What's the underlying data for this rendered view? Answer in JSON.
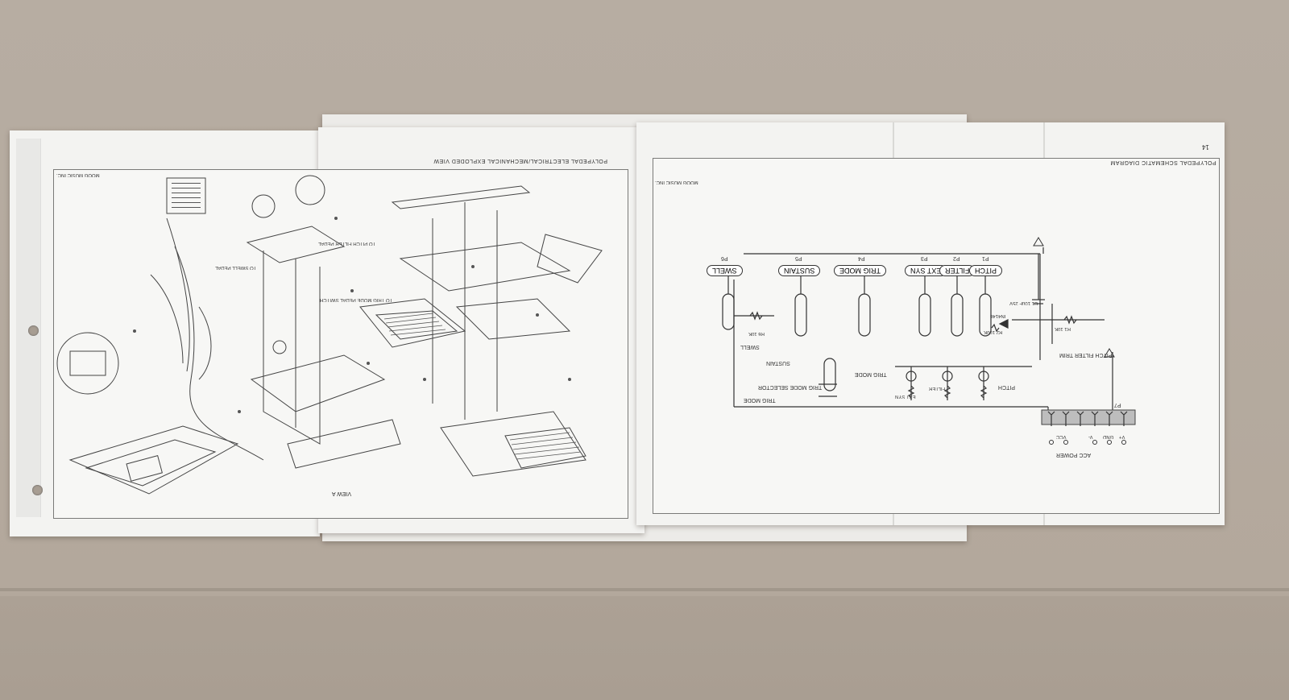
{
  "left_sheet": {
    "title": "POLYPEDAL ELECTRICAL/MECHANICAL EXPLODED VIEW",
    "company": "MOOG MUSIC INC.",
    "view_label": "VIEW A",
    "labels": [
      "TO PITCH FILTER PEDAL",
      "TO TRIG MODE PEDAL SWITCH",
      "TO SWELL PEDAL"
    ]
  },
  "right_sheet": {
    "title": "POLYPEDAL SCHEMATIC DIAGRAM",
    "page_number": "14",
    "company": "MOOG MUSIC INC.",
    "jacks": [
      {
        "ref": "P1",
        "name": "PITCH"
      },
      {
        "ref": "P2",
        "name": "FILTER"
      },
      {
        "ref": "P3",
        "name": "EXT SYN"
      },
      {
        "ref": "P4",
        "name": "TRIG MODE"
      },
      {
        "ref": "P5",
        "name": "SUSTAIN"
      },
      {
        "ref": "P6",
        "name": "SWELL"
      }
    ],
    "labels": {
      "acc_power": "ACC POWER",
      "pitch_filter_trim": "PITCH FILTER TRIM",
      "trig_mode_selector": "TRIG MODE SELECTOR",
      "trig_mode": "TRIG MODE",
      "sustain": "SUSTAIN",
      "swell": "SWELL",
      "pitch": "PITCH",
      "filter": "FILTER",
      "ext_syn": "EXT SYN",
      "p7": "P7",
      "r1": "R1 10K",
      "r2": "R2 100K",
      "r6": "R6 10K",
      "c1": "C1 10uF 25V",
      "d1": "IN4148",
      "pins": [
        "V+",
        "GND",
        "V-",
        "VCC"
      ]
    }
  }
}
